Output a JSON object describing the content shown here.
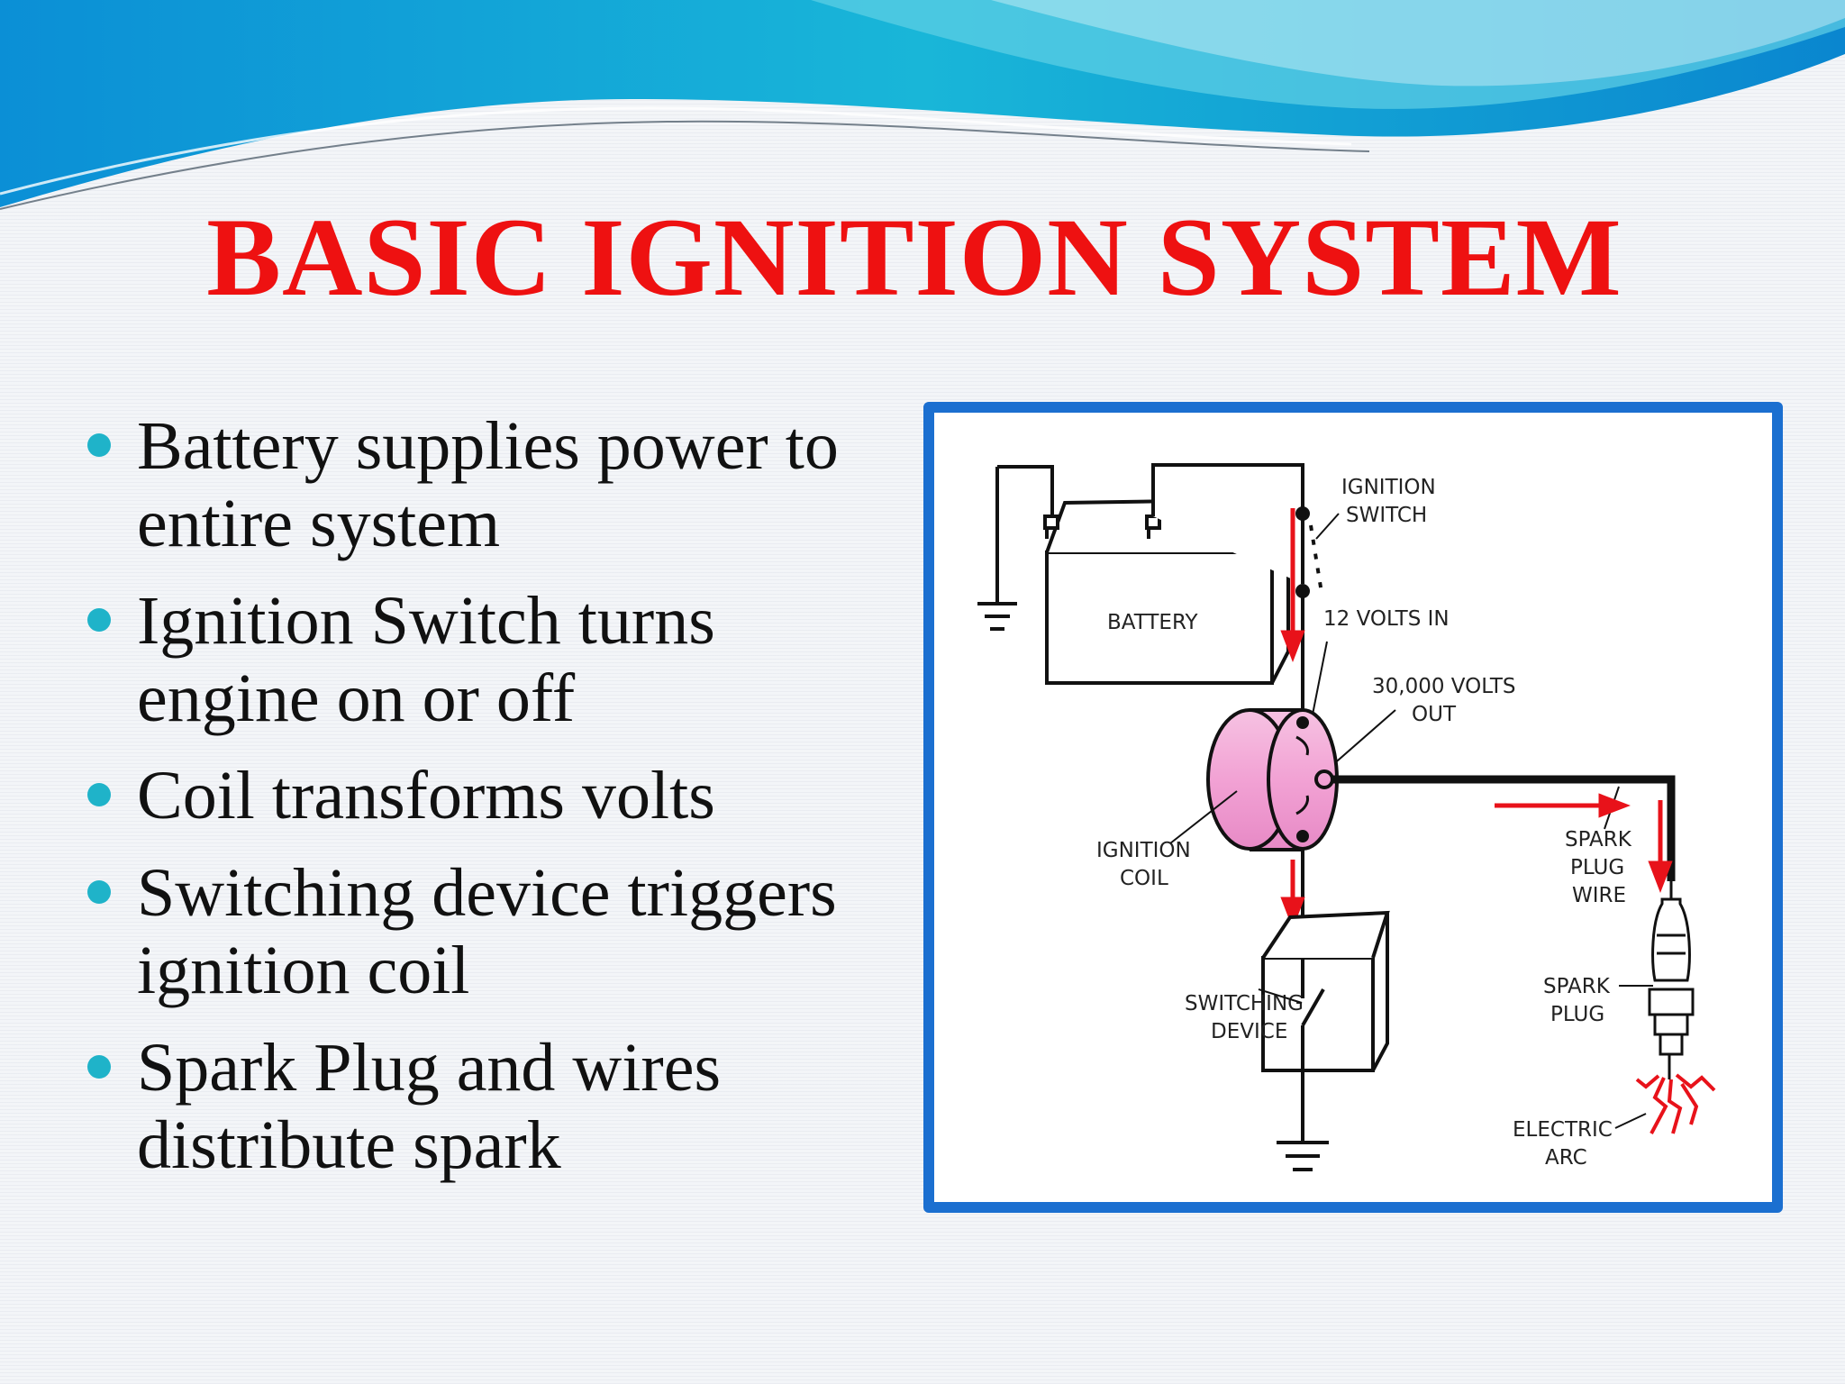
{
  "slide": {
    "title": "BASIC IGNITION SYSTEM",
    "bullets": [
      {
        "line1": "Battery supplies power to",
        "line2": "entire system"
      },
      {
        "line1": "Ignition Switch turns",
        "line2": "engine on or off"
      },
      {
        "line1": "Coil transforms volts",
        "line2": ""
      },
      {
        "line1": "Switching device triggers",
        "line2": "ignition coil"
      },
      {
        "line1": "Spark Plug and wires",
        "line2": "distribute spark"
      }
    ]
  },
  "diagram": {
    "labels": {
      "battery": "BATTERY",
      "ignition_switch": [
        "IGNITION",
        "SWITCH"
      ],
      "volts_in": "12 VOLTS IN",
      "volts_out": [
        "30,000 VOLTS",
        "OUT"
      ],
      "ignition_coil": [
        "IGNITION",
        "COIL"
      ],
      "spark_plug_wire": [
        "SPARK",
        "PLUG",
        "WIRE"
      ],
      "switching_device": [
        "SWITCHING",
        "DEVICE"
      ],
      "spark_plug": [
        "SPARK",
        "PLUG"
      ],
      "electric_arc": [
        "ELECTRIC",
        "ARC"
      ]
    },
    "colors": {
      "frame": "#1b6fd0",
      "coil": "#f2a2d4",
      "arrow": "#e8121a",
      "title": "#ee1111",
      "bullet": "#1fb3c9"
    }
  }
}
